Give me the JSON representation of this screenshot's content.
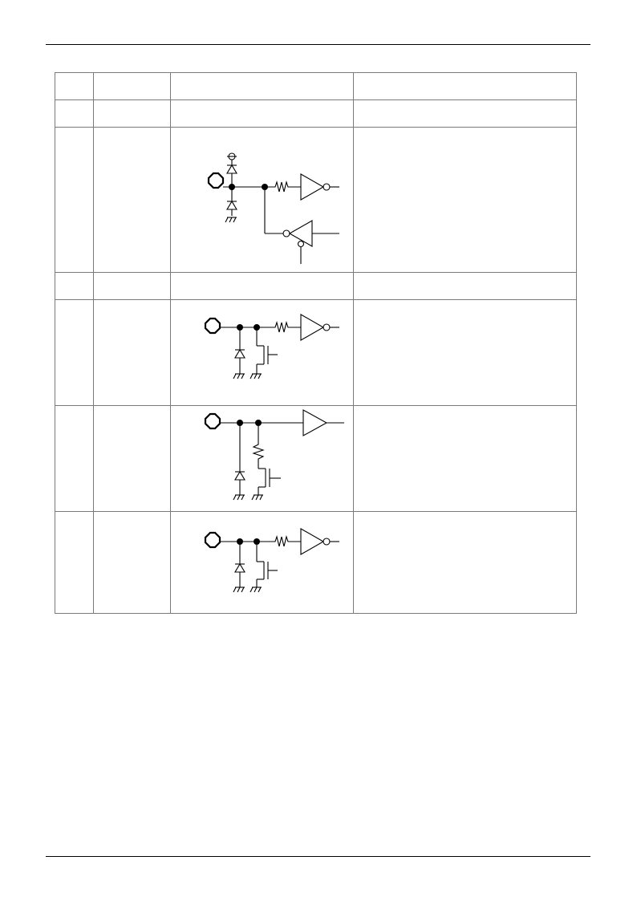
{
  "table": {
    "columns": [
      "",
      "",
      "",
      ""
    ],
    "rows": [
      {
        "type": "header",
        "cells": [
          "",
          "",
          "",
          ""
        ]
      },
      {
        "type": "subheader",
        "cells": [
          "",
          "",
          "",
          ""
        ]
      },
      {
        "type": "circuit",
        "circuit": "bidirectional-io-with-protection-diodes",
        "cells": [
          "",
          "",
          "",
          ""
        ]
      },
      {
        "type": "subheader",
        "cells": [
          "",
          "",
          "",
          ""
        ]
      },
      {
        "type": "circuit",
        "circuit": "input-with-pulldown-transistor-schmitt",
        "cells": [
          "",
          "",
          "",
          ""
        ]
      },
      {
        "type": "circuit",
        "circuit": "input-with-pulldown-resistor",
        "cells": [
          "",
          "",
          "",
          ""
        ]
      },
      {
        "type": "circuit",
        "circuit": "input-with-pulldown-transistor-schmitt",
        "cells": [
          "",
          "",
          "",
          ""
        ]
      }
    ]
  },
  "icons": {
    "pad": "octagon-pad-icon",
    "diode": "diode-icon",
    "resistor": "resistor-icon",
    "inverter": "inverter-buffer-icon",
    "buffer": "buffer-icon",
    "transistor": "mos-transistor-icon",
    "ground": "ground-icon"
  },
  "colors": {
    "line": "#000000",
    "grid": "#7a7a7a",
    "background": "#ffffff"
  }
}
